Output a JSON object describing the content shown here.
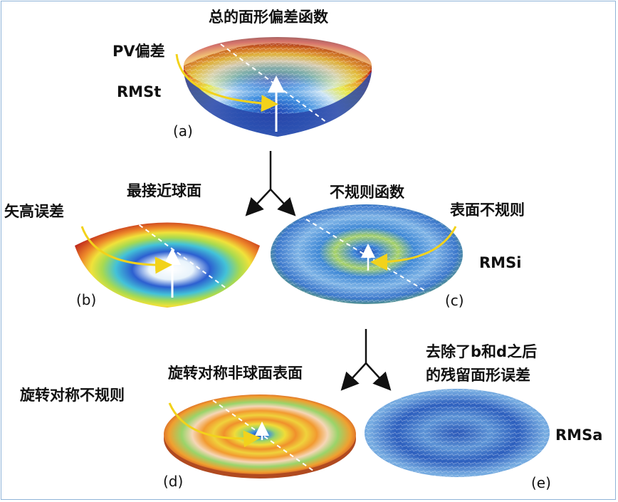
{
  "labels": {
    "a_title": "总的面形偏差函数",
    "pv": "PV偏差",
    "rmst": "RMSt",
    "a_tag": "(a)",
    "b_title": "最接近球面",
    "sag": "矢高误差",
    "b_tag": "(b)",
    "c_title": "不规则函数",
    "surface_irreg": "表面不规则",
    "rmsi": "RMSi",
    "c_tag": "(c)",
    "d_title": "旋转对称非球面表面",
    "rot_irreg": "旋转对称不规则",
    "d_tag": "(d)",
    "e_title_1": "去除了b和d之后",
    "e_title_2": "的残留面形误差",
    "rmsa": "RMSa",
    "e_tag": "(e)"
  },
  "colors": {
    "yellow_arrow": "#f2d21b",
    "frame": "#8fb3d8"
  }
}
